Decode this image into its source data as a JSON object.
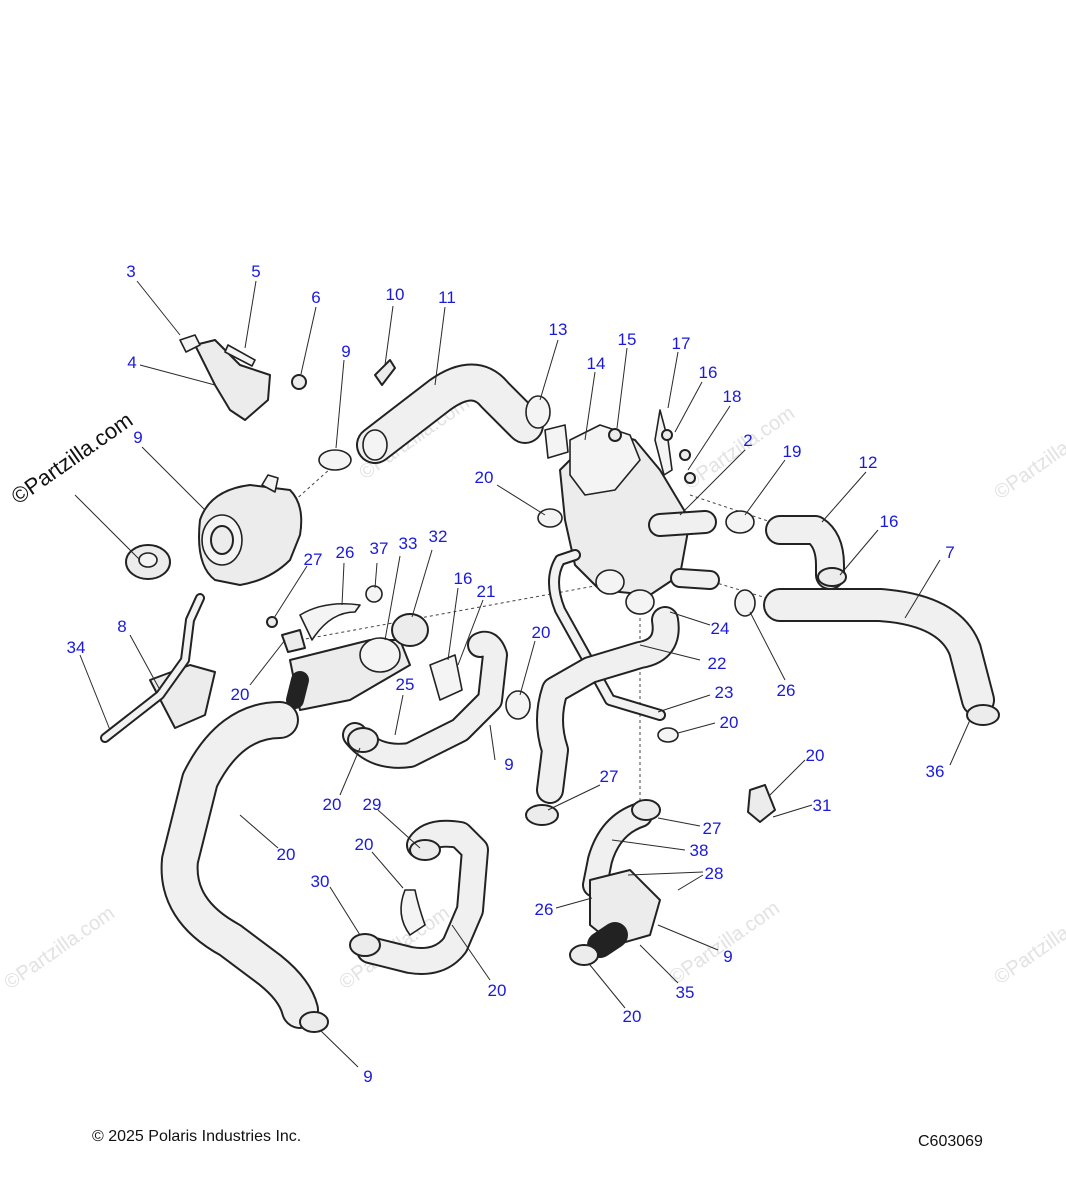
{
  "diagram": {
    "callouts": [
      "3",
      "5",
      "6",
      "10",
      "11",
      "9",
      "4",
      "13",
      "14",
      "15",
      "17",
      "16",
      "18",
      "2",
      "9",
      "19",
      "12",
      "20",
      "16",
      "27",
      "26",
      "37",
      "33",
      "32",
      "16",
      "21",
      "7",
      "8",
      "34",
      "20",
      "20",
      "24",
      "22",
      "23",
      "20",
      "25",
      "26",
      "36",
      "20",
      "31",
      "20",
      "20",
      "9",
      "29",
      "27",
      "27",
      "38",
      "20",
      "28",
      "26",
      "30",
      "9",
      "35",
      "20",
      "20",
      "9"
    ],
    "callout_color": "#1a1adc",
    "watermark_text": "©Partzilla.com",
    "footer": {
      "copyright": "© 2025 Polaris Industries Inc.",
      "drawing_number": "C603069"
    }
  }
}
